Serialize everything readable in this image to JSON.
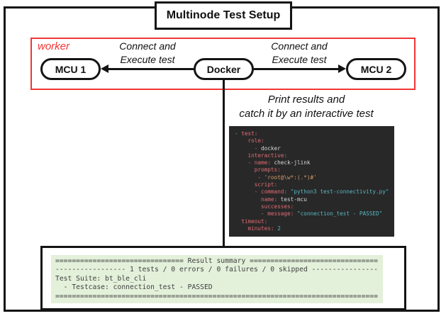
{
  "title": "Multinode Test Setup",
  "worker_box": {
    "label": "worker"
  },
  "nodes": {
    "mcu1": "MCU 1",
    "docker": "Docker",
    "mcu2": "MCU 2"
  },
  "edges": {
    "left": {
      "line1": "Connect and",
      "line2": "Execute test"
    },
    "right": {
      "line1": "Connect and",
      "line2": "Execute test"
    }
  },
  "annotation": {
    "line1": "Print results and",
    "line2": "catch it by an interactive test"
  },
  "colors": {
    "accent_red": "#f23535",
    "frame_black": "#141414",
    "code_bg": "#282828",
    "code_key": "#e06c75",
    "code_string_cyan": "#56b6c2",
    "code_string_orange": "#d19a66",
    "code_plain": "#d8d8d8",
    "terminal_bg": "#e3f0da"
  },
  "code_block": {
    "lines": [
      [
        {
          "t": "- ",
          "c": "cyan"
        },
        {
          "t": "test:",
          "c": "key"
        }
      ],
      [
        {
          "t": "    role:",
          "c": "key"
        }
      ],
      [
        {
          "t": "      - ",
          "c": "key"
        },
        {
          "t": "docker",
          "c": "plain"
        }
      ],
      [
        {
          "t": "    interactive:",
          "c": "key"
        }
      ],
      [
        {
          "t": "    - name:",
          "c": "key"
        },
        {
          "t": " check-jlink",
          "c": "plain"
        }
      ],
      [
        {
          "t": "      prompts:",
          "c": "key"
        }
      ],
      [
        {
          "t": "       - ",
          "c": "key"
        },
        {
          "t": "'root@\\w*:(.*)#'",
          "c": "orange"
        }
      ],
      [
        {
          "t": "      script:",
          "c": "key"
        }
      ],
      [
        {
          "t": "      - command:",
          "c": "key"
        },
        {
          "t": " ",
          "c": "plain"
        },
        {
          "t": "\"python3 test-connectivity.py\"",
          "c": "cyan"
        }
      ],
      [
        {
          "t": "        name:",
          "c": "key"
        },
        {
          "t": " test-mcu",
          "c": "plain"
        }
      ],
      [
        {
          "t": "        successes:",
          "c": "key"
        }
      ],
      [
        {
          "t": "        - message:",
          "c": "key"
        },
        {
          "t": " ",
          "c": "plain"
        },
        {
          "t": "\"connection_test - PASSED\"",
          "c": "cyan"
        }
      ],
      [
        {
          "t": "  timeout:",
          "c": "key"
        }
      ],
      [
        {
          "t": "    minutes:",
          "c": "key"
        },
        {
          "t": " ",
          "c": "plain"
        },
        {
          "t": "2",
          "c": "cyan"
        }
      ]
    ]
  },
  "result_summary": {
    "lines": [
      "=============================== Result summary ===============================",
      "----------------- 1 tests / 0 errors / 0 failures / 0 skipped ----------------",
      "Test Suite: bt_ble_cli",
      "  - Testcase: connection_test - PASSED",
      "=============================================================================="
    ]
  }
}
